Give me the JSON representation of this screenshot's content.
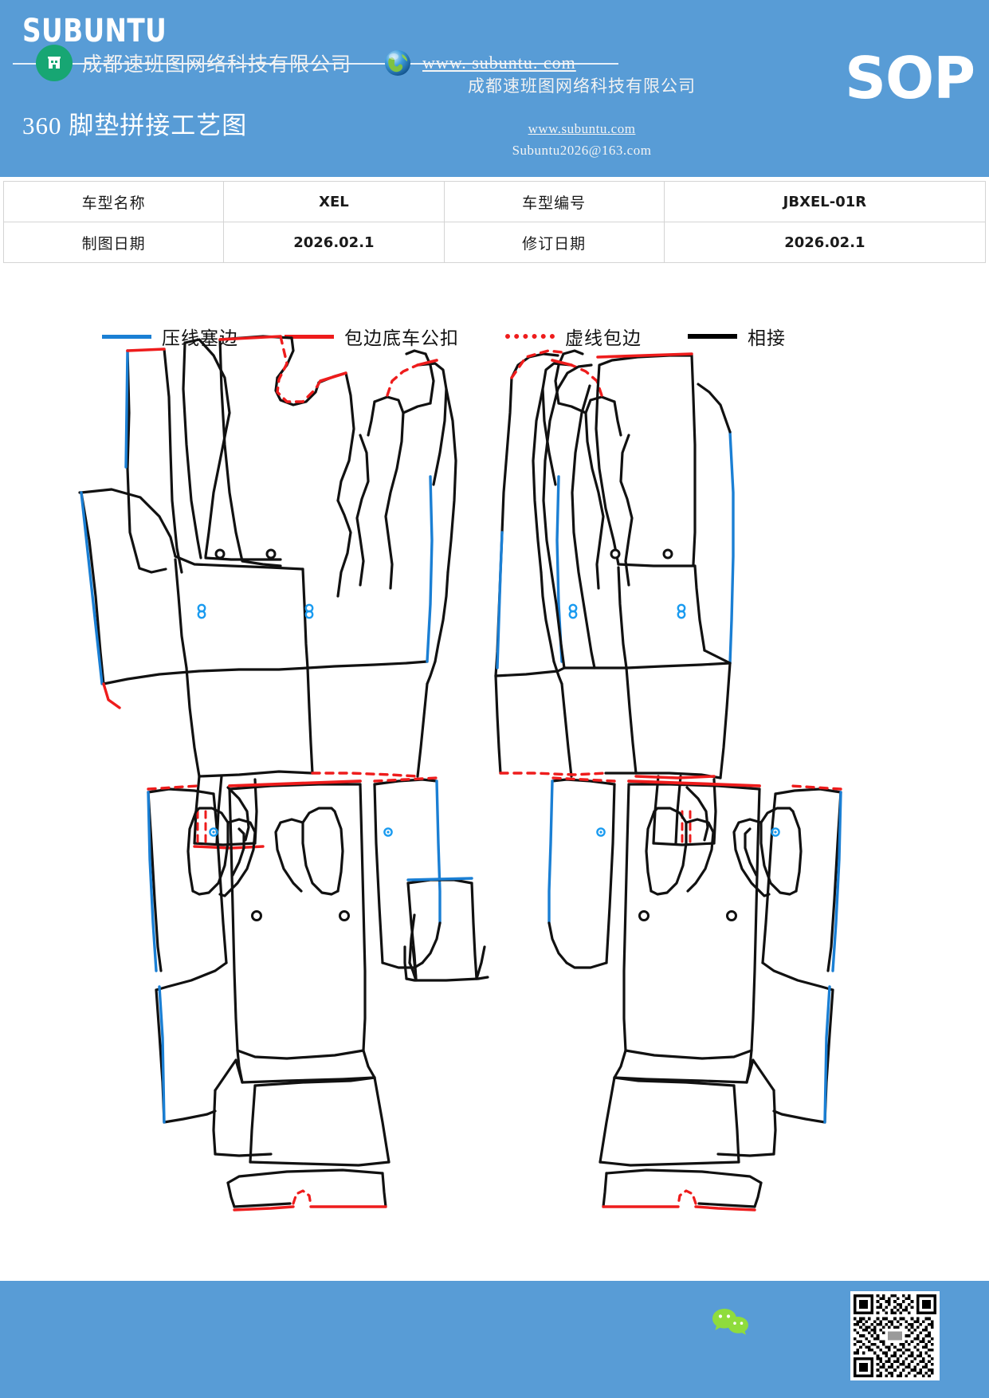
{
  "header": {
    "brand": "SUBUNTU",
    "doc_title": "360 脚垫拼接工艺图",
    "company": "成都速班图网络科技有限公司",
    "website": "www.subuntu.com",
    "email": "Subuntu2026@163.com",
    "badge": "SOP"
  },
  "info_table": {
    "rows": [
      {
        "label1": "车型名称",
        "value1": "XEL",
        "label2": "车型编号",
        "value2": "JBXEL-01R"
      },
      {
        "label1": "制图日期",
        "value1": "2026.02.1",
        "label2": "修订日期",
        "value2": "2026.02.1"
      }
    ]
  },
  "legend": {
    "items": [
      {
        "label": "压线塞边",
        "style": "solid-blue",
        "color": "#1a7fd4"
      },
      {
        "label": "包边底车公扣",
        "style": "solid-red",
        "color": "#ee1c1c"
      },
      {
        "label": "虚线包边",
        "style": "dotted-red",
        "color": "#ee1c1c"
      },
      {
        "label": "相接",
        "style": "solid-black",
        "color": "#000000"
      }
    ]
  },
  "drawing": {
    "description": "360 脚垫拼接工艺图 — 车用脚垫裁片拼接线图",
    "line_colors": {
      "seam": "#000000",
      "press": "#1a7fd4",
      "bind": "#ee1c1c",
      "dashed": "#ee1c1c"
    },
    "panel_groups": [
      {
        "name": "front-left-mat",
        "position": "upper-left"
      },
      {
        "name": "front-right-mat",
        "position": "upper-right"
      },
      {
        "name": "rear-left-mat",
        "position": "lower-left"
      },
      {
        "name": "rear-center-mat",
        "position": "lower-center"
      },
      {
        "name": "rear-right-mat",
        "position": "lower-right"
      }
    ]
  },
  "footer": {
    "company": "成都速班图网络科技有限公司",
    "website": "www. subuntu. com",
    "building_icon": "building-icon",
    "globe_icon": "globe-icon",
    "wechat_icon": "wechat-icon",
    "qr_icon": "qr-code"
  }
}
